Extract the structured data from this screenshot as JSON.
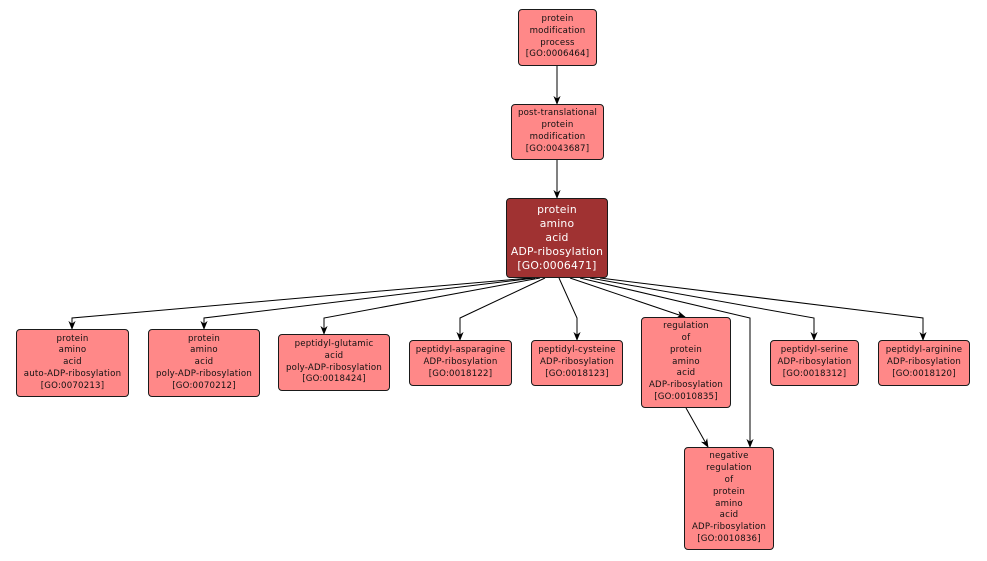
{
  "diagram": {
    "type": "GO term directed acyclic graph",
    "colors": {
      "node_fill": "#ff8888",
      "focus_fill": "#a03232",
      "focus_text": "#ffffff",
      "edge": "#000000"
    },
    "nodes": [
      {
        "id": "GO:0006464",
        "label": "protein\nmodification\nprocess\n[GO:0006464]",
        "focus": false
      },
      {
        "id": "GO:0043687",
        "label": "post-translational\nprotein\nmodification\n[GO:0043687]",
        "focus": false
      },
      {
        "id": "GO:0006471",
        "label": "protein\namino\nacid\nADP-ribosylation\n[GO:0006471]",
        "focus": true
      },
      {
        "id": "GO:0070213",
        "label": "protein\namino\nacid\nauto-ADP-ribosylation\n[GO:0070213]",
        "focus": false
      },
      {
        "id": "GO:0070212",
        "label": "protein\namino\nacid\npoly-ADP-ribosylation\n[GO:0070212]",
        "focus": false
      },
      {
        "id": "GO:0018424",
        "label": "peptidyl-glutamic\nacid\npoly-ADP-ribosylation\n[GO:0018424]",
        "focus": false
      },
      {
        "id": "GO:0018122",
        "label": "peptidyl-asparagine\nADP-ribosylation\n[GO:0018122]",
        "focus": false
      },
      {
        "id": "GO:0018123",
        "label": "peptidyl-cysteine\nADP-ribosylation\n[GO:0018123]",
        "focus": false
      },
      {
        "id": "GO:0010835",
        "label": "regulation\nof\nprotein\namino\nacid\nADP-ribosylation\n[GO:0010835]",
        "focus": false
      },
      {
        "id": "GO:0018312",
        "label": "peptidyl-serine\nADP-ribosylation\n[GO:0018312]",
        "focus": false
      },
      {
        "id": "GO:0018120",
        "label": "peptidyl-arginine\nADP-ribosylation\n[GO:0018120]",
        "focus": false
      },
      {
        "id": "GO:0010836",
        "label": "negative\nregulation\nof\nprotein\namino\nacid\nADP-ribosylation\n[GO:0010836]",
        "focus": false
      }
    ],
    "edges": [
      {
        "from": "GO:0006464",
        "to": "GO:0043687"
      },
      {
        "from": "GO:0043687",
        "to": "GO:0006471"
      },
      {
        "from": "GO:0006471",
        "to": "GO:0070213"
      },
      {
        "from": "GO:0006471",
        "to": "GO:0070212"
      },
      {
        "from": "GO:0006471",
        "to": "GO:0018424"
      },
      {
        "from": "GO:0006471",
        "to": "GO:0018122"
      },
      {
        "from": "GO:0006471",
        "to": "GO:0018123"
      },
      {
        "from": "GO:0006471",
        "to": "GO:0010835"
      },
      {
        "from": "GO:0006471",
        "to": "GO:0010836"
      },
      {
        "from": "GO:0006471",
        "to": "GO:0018312"
      },
      {
        "from": "GO:0006471",
        "to": "GO:0018120"
      },
      {
        "from": "GO:0010835",
        "to": "GO:0010836"
      }
    ]
  }
}
